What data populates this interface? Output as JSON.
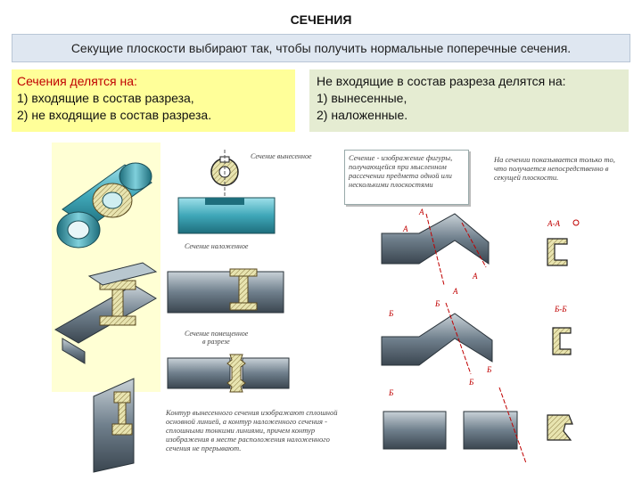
{
  "title": "СЕЧЕНИЯ",
  "subtitle": "Секущие плоскости выбирают так, чтобы получить нормальные поперечные сечения.",
  "left_box": {
    "heading": "Сечения делятся на:",
    "items": [
      "1) входящие в состав разреза,",
      "2) не входящие в состав разреза."
    ]
  },
  "right_box": {
    "heading": "Не входящие в состав разреза делятся на:",
    "items": [
      "1) вынесенные,",
      "2) наложенные."
    ]
  },
  "labels": {
    "section_removed": "Сечение вынесенное",
    "section_superimposed": "Сечение наложенное",
    "section_in_cut_1": "Сечение помещенное",
    "section_in_cut_2": "в разрезе"
  },
  "notes": {
    "definition": "Сечение - изображение фигуры, получающейся при мысленном рассечении предмета одной или несколькими плоскостями",
    "section_content": "На сечении показывается только то, что получается непосредственно в секущей плоскости.",
    "contour": "Контур вынесенного сечения изображают сплошной основной линией, а контур наложенного сечения - сплошными тонкими линиями, причем контур изображения в месте расположения наложенного сечения не прерывают."
  },
  "letters": {
    "a": "А",
    "b": "Б",
    "aa": "А-А",
    "bb": "Б-Б"
  },
  "colors": {
    "red_heading": "#c00000",
    "yellow_box": "#ffff99",
    "green_box": "#e5ecd2",
    "blue_header": "#dfe7f1",
    "steel": "#3fa7b8",
    "hatch_fill": "#e8e4b0"
  }
}
